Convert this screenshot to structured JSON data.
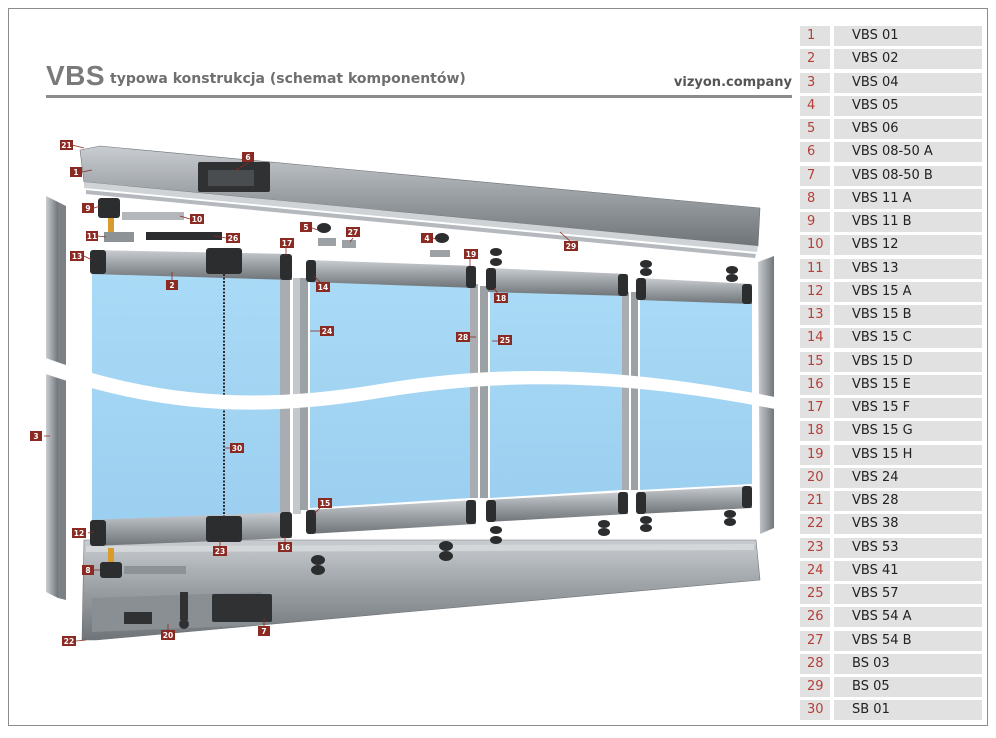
{
  "header": {
    "title": "VBS",
    "subtitle": "typowa konstrukcja (schemat komponentów)",
    "brand": "vizyon.company"
  },
  "colors": {
    "tag": "#8b2a22",
    "legend_number": "#b5403a",
    "legend_bg": "#e1e1e1",
    "glass": "#a9d9f5",
    "profile": "#9aa0a6"
  },
  "callouts": [
    "21",
    "1",
    "6",
    "9",
    "10",
    "11",
    "26",
    "5",
    "27",
    "4",
    "29",
    "13",
    "2",
    "17",
    "14",
    "19",
    "18",
    "24",
    "28",
    "25",
    "3",
    "30",
    "15",
    "12",
    "23",
    "16",
    "8",
    "22",
    "20",
    "7"
  ],
  "legend": [
    {
      "num": "1",
      "code": "VBS 01"
    },
    {
      "num": "2",
      "code": "VBS 02"
    },
    {
      "num": "3",
      "code": "VBS 04"
    },
    {
      "num": "4",
      "code": "VBS 05"
    },
    {
      "num": "5",
      "code": "VBS 06"
    },
    {
      "num": "6",
      "code": "VBS 08-50 A"
    },
    {
      "num": "7",
      "code": "VBS 08-50 B"
    },
    {
      "num": "8",
      "code": "VBS 11 A"
    },
    {
      "num": "9",
      "code": "VBS 11 B"
    },
    {
      "num": "10",
      "code": "VBS 12"
    },
    {
      "num": "11",
      "code": "VBS 13"
    },
    {
      "num": "12",
      "code": "VBS 15 A"
    },
    {
      "num": "13",
      "code": "VBS 15 B"
    },
    {
      "num": "14",
      "code": "VBS 15 C"
    },
    {
      "num": "15",
      "code": "VBS 15 D"
    },
    {
      "num": "16",
      "code": "VBS 15 E"
    },
    {
      "num": "17",
      "code": "VBS 15 F"
    },
    {
      "num": "18",
      "code": "VBS 15 G"
    },
    {
      "num": "19",
      "code": "VBS 15 H"
    },
    {
      "num": "20",
      "code": "VBS 24"
    },
    {
      "num": "21",
      "code": "VBS 28"
    },
    {
      "num": "22",
      "code": "VBS 38"
    },
    {
      "num": "23",
      "code": "VBS 53"
    },
    {
      "num": "24",
      "code": "VBS 41"
    },
    {
      "num": "25",
      "code": "VBS 57"
    },
    {
      "num": "26",
      "code": "VBS 54 A"
    },
    {
      "num": "27",
      "code": "VBS 54 B"
    },
    {
      "num": "28",
      "code": "BS 03"
    },
    {
      "num": "29",
      "code": "BS 05"
    },
    {
      "num": "30",
      "code": "SB 01"
    }
  ]
}
